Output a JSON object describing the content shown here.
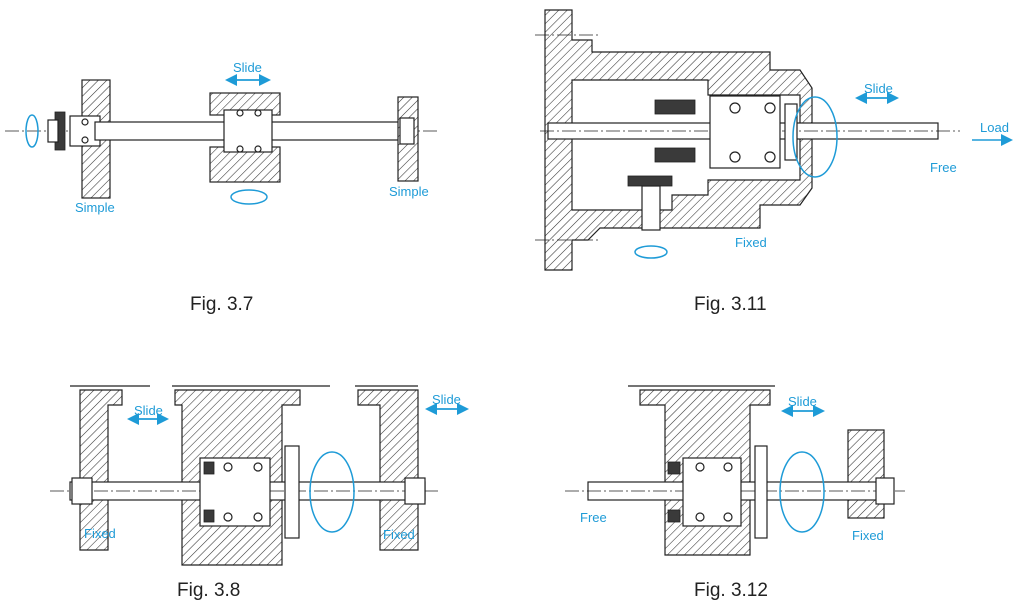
{
  "colors": {
    "label": "#1e9bd7",
    "caption": "#222222"
  },
  "figures": {
    "fig37": {
      "caption": "Fig. 3.7",
      "labels": {
        "slide": "Slide",
        "simple_left": "Simple",
        "simple_right": "Simple"
      }
    },
    "fig311": {
      "caption": "Fig. 3.11",
      "labels": {
        "slide": "Slide",
        "load": "Load",
        "free": "Free",
        "fixed": "Fixed"
      }
    },
    "fig38": {
      "caption": "Fig. 3.8",
      "labels": {
        "slide": "Slide",
        "slide2": "Slide",
        "fixed_left": "Fixed",
        "fixed_right": "Fixed"
      }
    },
    "fig312": {
      "caption": "Fig. 3.12",
      "labels": {
        "slide": "Slide",
        "free": "Free",
        "fixed": "Fixed"
      }
    }
  }
}
